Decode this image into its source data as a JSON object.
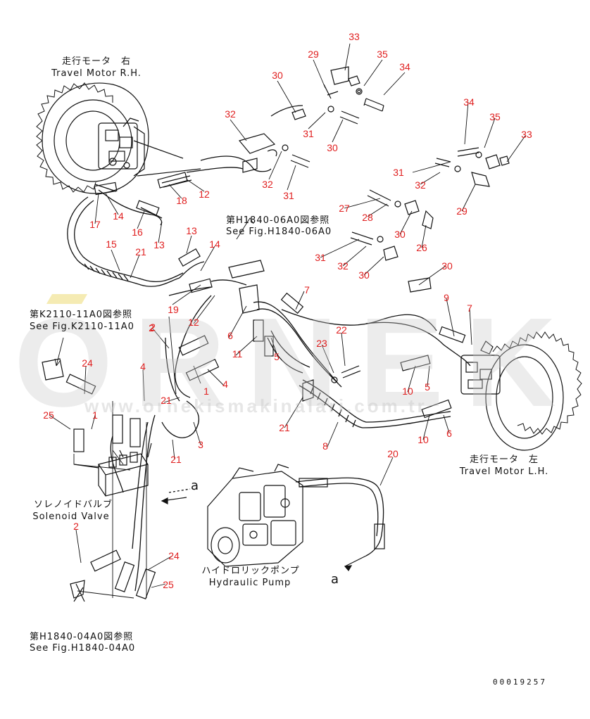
{
  "labels": {
    "travel_motor_rh_jp": "走行モータ　右",
    "travel_motor_rh_en": "Travel Motor R.H.",
    "travel_motor_lh_jp": "走行モータ　左",
    "travel_motor_lh_en": "Travel Motor L.H.",
    "ref_06a0_jp": "第H1840-06A0図参照",
    "ref_06a0_en": "See Fig.H1840-06A0",
    "ref_11a0_jp": "第K2110-11A0図参照",
    "ref_11a0_en": "See Fig.K2110-11A0",
    "ref_04a0_jp": "第H1840-04A0図参照",
    "ref_04a0_en": "See Fig.H1840-04A0",
    "solenoid_jp": "ソレノイドバルブ",
    "solenoid_en": "Solenoid Valve",
    "pump_jp": "ハイドロリックポンプ",
    "pump_en": "Hydraulic Pump",
    "arrow_a1": "a",
    "arrow_a2": "a",
    "doc_number": "00019257"
  },
  "watermark": {
    "brand": "ORNEK",
    "site": "www.ornekismakinalari.com.tr",
    "color": "#c8c8c8",
    "accent_color": "#f2e6a0"
  },
  "callout_color": "#e02020",
  "callouts": [
    "33",
    "29",
    "35",
    "34",
    "30",
    "32",
    "31",
    "30",
    "32",
    "31",
    "12",
    "18",
    "17",
    "14",
    "16",
    "13",
    "15",
    "21",
    "13",
    "14",
    "19",
    "12",
    "2",
    "6",
    "11",
    "5",
    "7",
    "22",
    "23",
    "1",
    "4",
    "2",
    "4",
    "21",
    "3",
    "21",
    "1",
    "25",
    "24",
    "2",
    "24",
    "25",
    "8",
    "21",
    "20",
    "34",
    "35",
    "33",
    "31",
    "32",
    "27",
    "28",
    "29",
    "30",
    "26",
    "31",
    "32",
    "30",
    "30",
    "9",
    "7",
    "10",
    "5",
    "10",
    "6"
  ]
}
